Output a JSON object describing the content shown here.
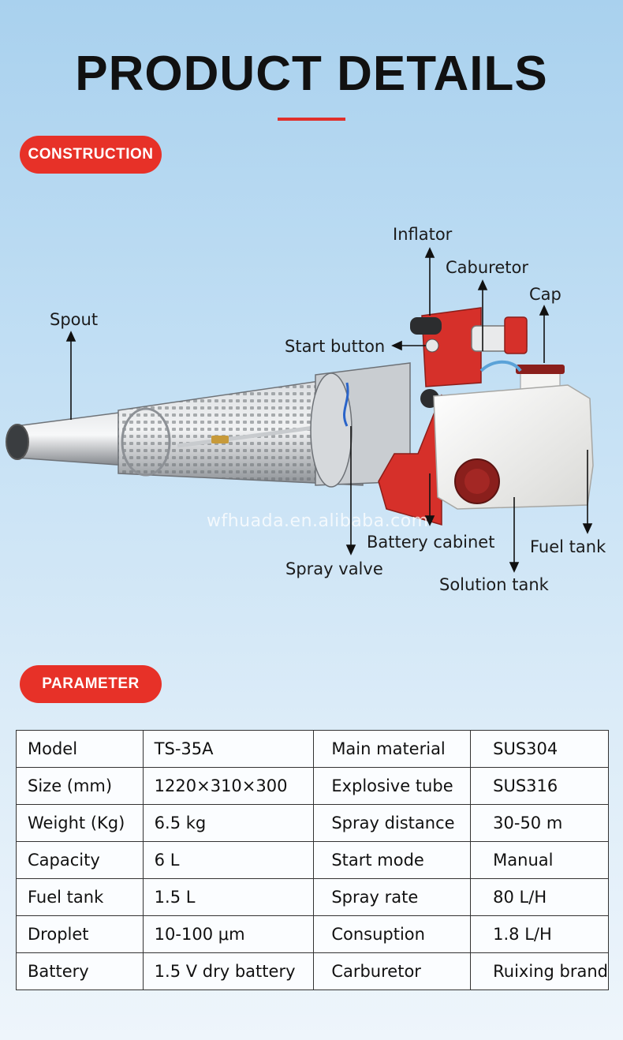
{
  "header": {
    "title": "PRODUCT DETAILS"
  },
  "sections": {
    "construction_label": "CONSTRUCTION",
    "parameter_label": "PARAMETER"
  },
  "colors": {
    "accent": "#e73128",
    "machine_frame": "#d6302a",
    "tank": "#f2f2f0",
    "cap": "#8a1f1c",
    "steel": "#b8bcc0"
  },
  "diagram": {
    "watermark": "wfhuada.en.alibaba.com",
    "labels": {
      "inflator": "Inflator",
      "caburetor": "Caburetor",
      "cap": "Cap",
      "spout": "Spout",
      "start_button": "Start button",
      "battery_cabinet": "Battery cabinet",
      "fuel_tank": "Fuel tank",
      "spray_valve": "Spray valve",
      "solution_tank": "Solution tank"
    }
  },
  "parameters": {
    "rows": [
      [
        "Model",
        "TS-35A",
        "Main material",
        "SUS304"
      ],
      [
        "Size (mm)",
        "1220×310×300",
        "Explosive tube",
        "SUS316"
      ],
      [
        "Weight (Kg)",
        "6.5 kg",
        "Spray distance",
        "30-50 m"
      ],
      [
        "Capacity",
        "6 L",
        "Start mode",
        "Manual"
      ],
      [
        "Fuel tank",
        "1.5 L",
        "Spray rate",
        "80 L/H"
      ],
      [
        "Droplet",
        "10-100 μm",
        "Consuption",
        "1.8 L/H"
      ],
      [
        "Battery",
        "1.5 V dry battery",
        "Carburetor",
        "Ruixing brand"
      ]
    ]
  }
}
